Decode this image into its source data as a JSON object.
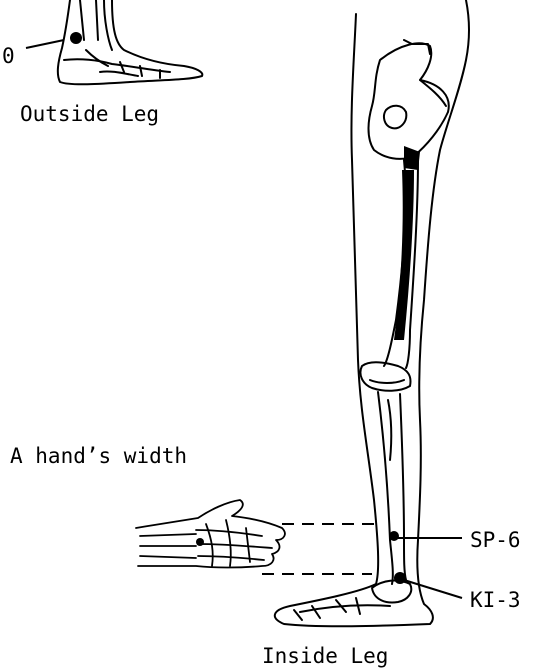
{
  "labels": {
    "point_zero": "0",
    "outside_leg": "Outside Leg",
    "hand_width": "A hand’s width",
    "sp6": "SP-6",
    "ki3": "KI-3",
    "inside_leg": "Inside Leg"
  },
  "colors": {
    "ink": "#000000",
    "paper": "#ffffff"
  }
}
